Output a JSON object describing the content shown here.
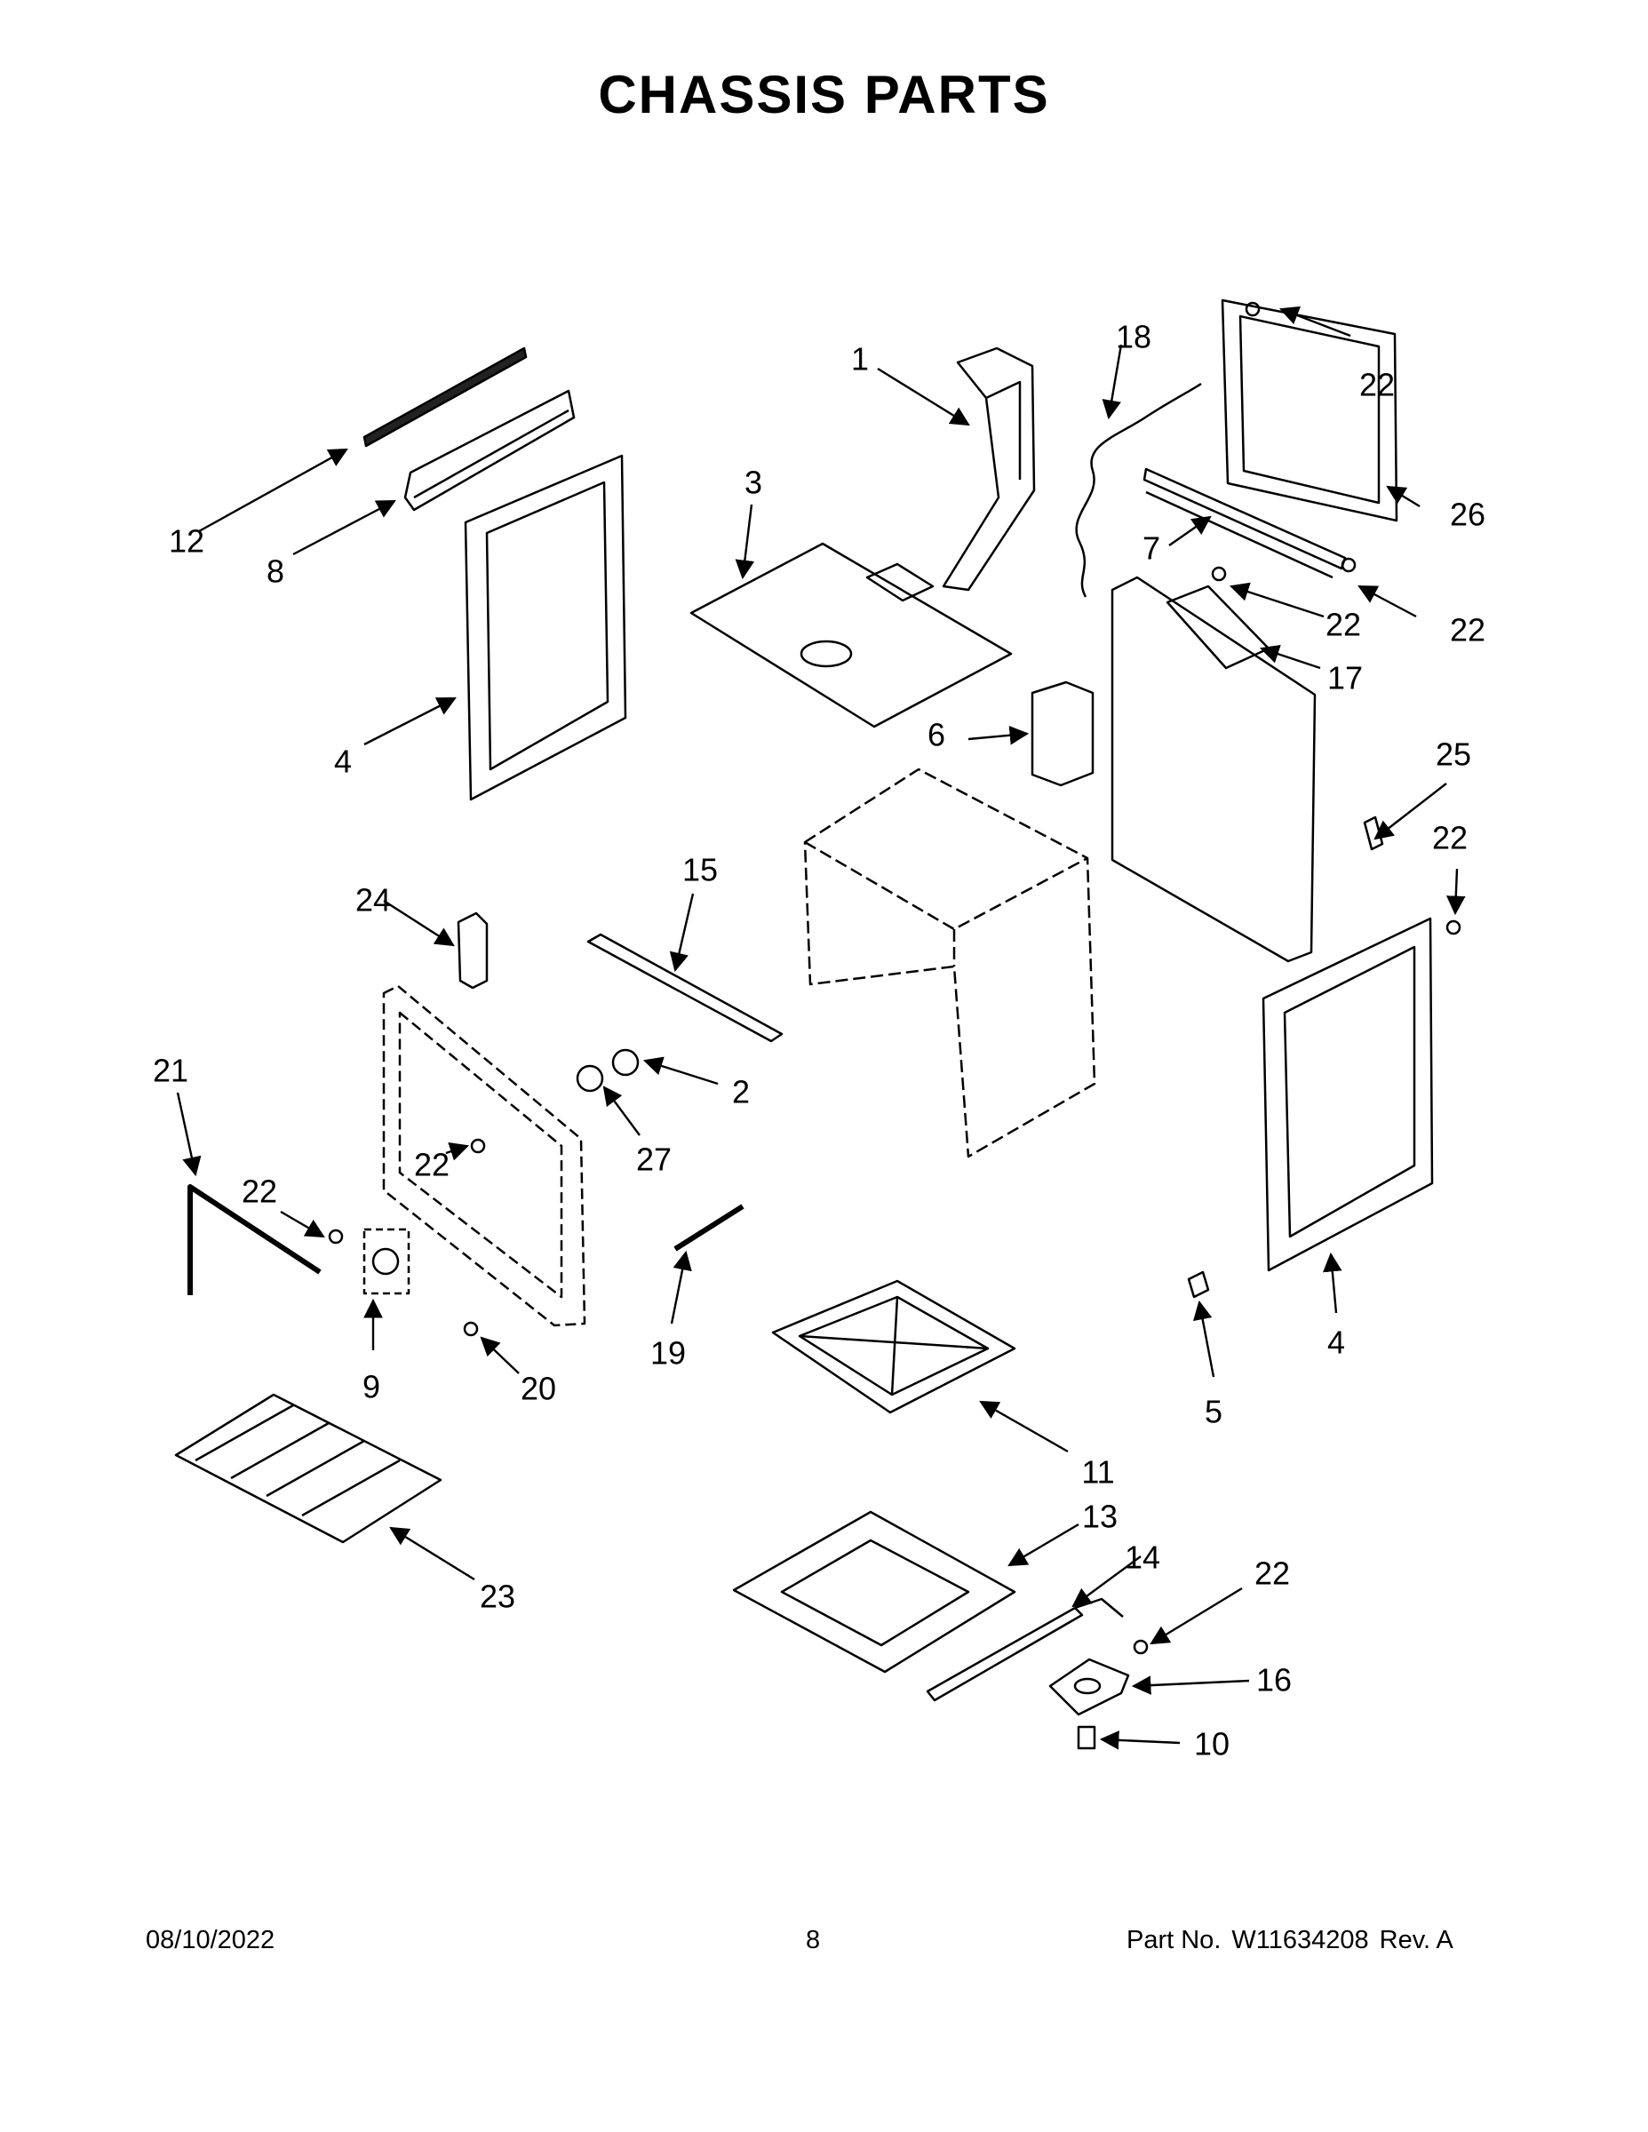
{
  "title": "CHASSIS PARTS",
  "callouts": [
    {
      "id": "c1",
      "label": "1"
    },
    {
      "id": "c3",
      "label": "3"
    },
    {
      "id": "c18",
      "label": "18"
    },
    {
      "id": "c22a",
      "label": "22"
    },
    {
      "id": "c26",
      "label": "26"
    },
    {
      "id": "c7",
      "label": "7"
    },
    {
      "id": "c22b",
      "label": "22"
    },
    {
      "id": "c22c",
      "label": "22"
    },
    {
      "id": "c17",
      "label": "17"
    },
    {
      "id": "c12",
      "label": "12"
    },
    {
      "id": "c8",
      "label": "8"
    },
    {
      "id": "c4a",
      "label": "4"
    },
    {
      "id": "c6",
      "label": "6"
    },
    {
      "id": "c25",
      "label": "25"
    },
    {
      "id": "c22d",
      "label": "22"
    },
    {
      "id": "c24",
      "label": "24"
    },
    {
      "id": "c15",
      "label": "15"
    },
    {
      "id": "c2",
      "label": "2"
    },
    {
      "id": "c27",
      "label": "27"
    },
    {
      "id": "c21",
      "label": "21"
    },
    {
      "id": "c22e",
      "label": "22"
    },
    {
      "id": "c22f",
      "label": "22"
    },
    {
      "id": "c9",
      "label": "9"
    },
    {
      "id": "c20",
      "label": "20"
    },
    {
      "id": "c19",
      "label": "19"
    },
    {
      "id": "c4b",
      "label": "4"
    },
    {
      "id": "c5",
      "label": "5"
    },
    {
      "id": "c11",
      "label": "11"
    },
    {
      "id": "c23",
      "label": "23"
    },
    {
      "id": "c13",
      "label": "13"
    },
    {
      "id": "c14",
      "label": "14"
    },
    {
      "id": "c22g",
      "label": "22"
    },
    {
      "id": "c16",
      "label": "16"
    },
    {
      "id": "c10",
      "label": "10"
    }
  ],
  "footer": {
    "date": "08/10/2022",
    "page": "8",
    "part_label": "Part No.",
    "part_number": "W11634208",
    "rev": "Rev. A"
  }
}
